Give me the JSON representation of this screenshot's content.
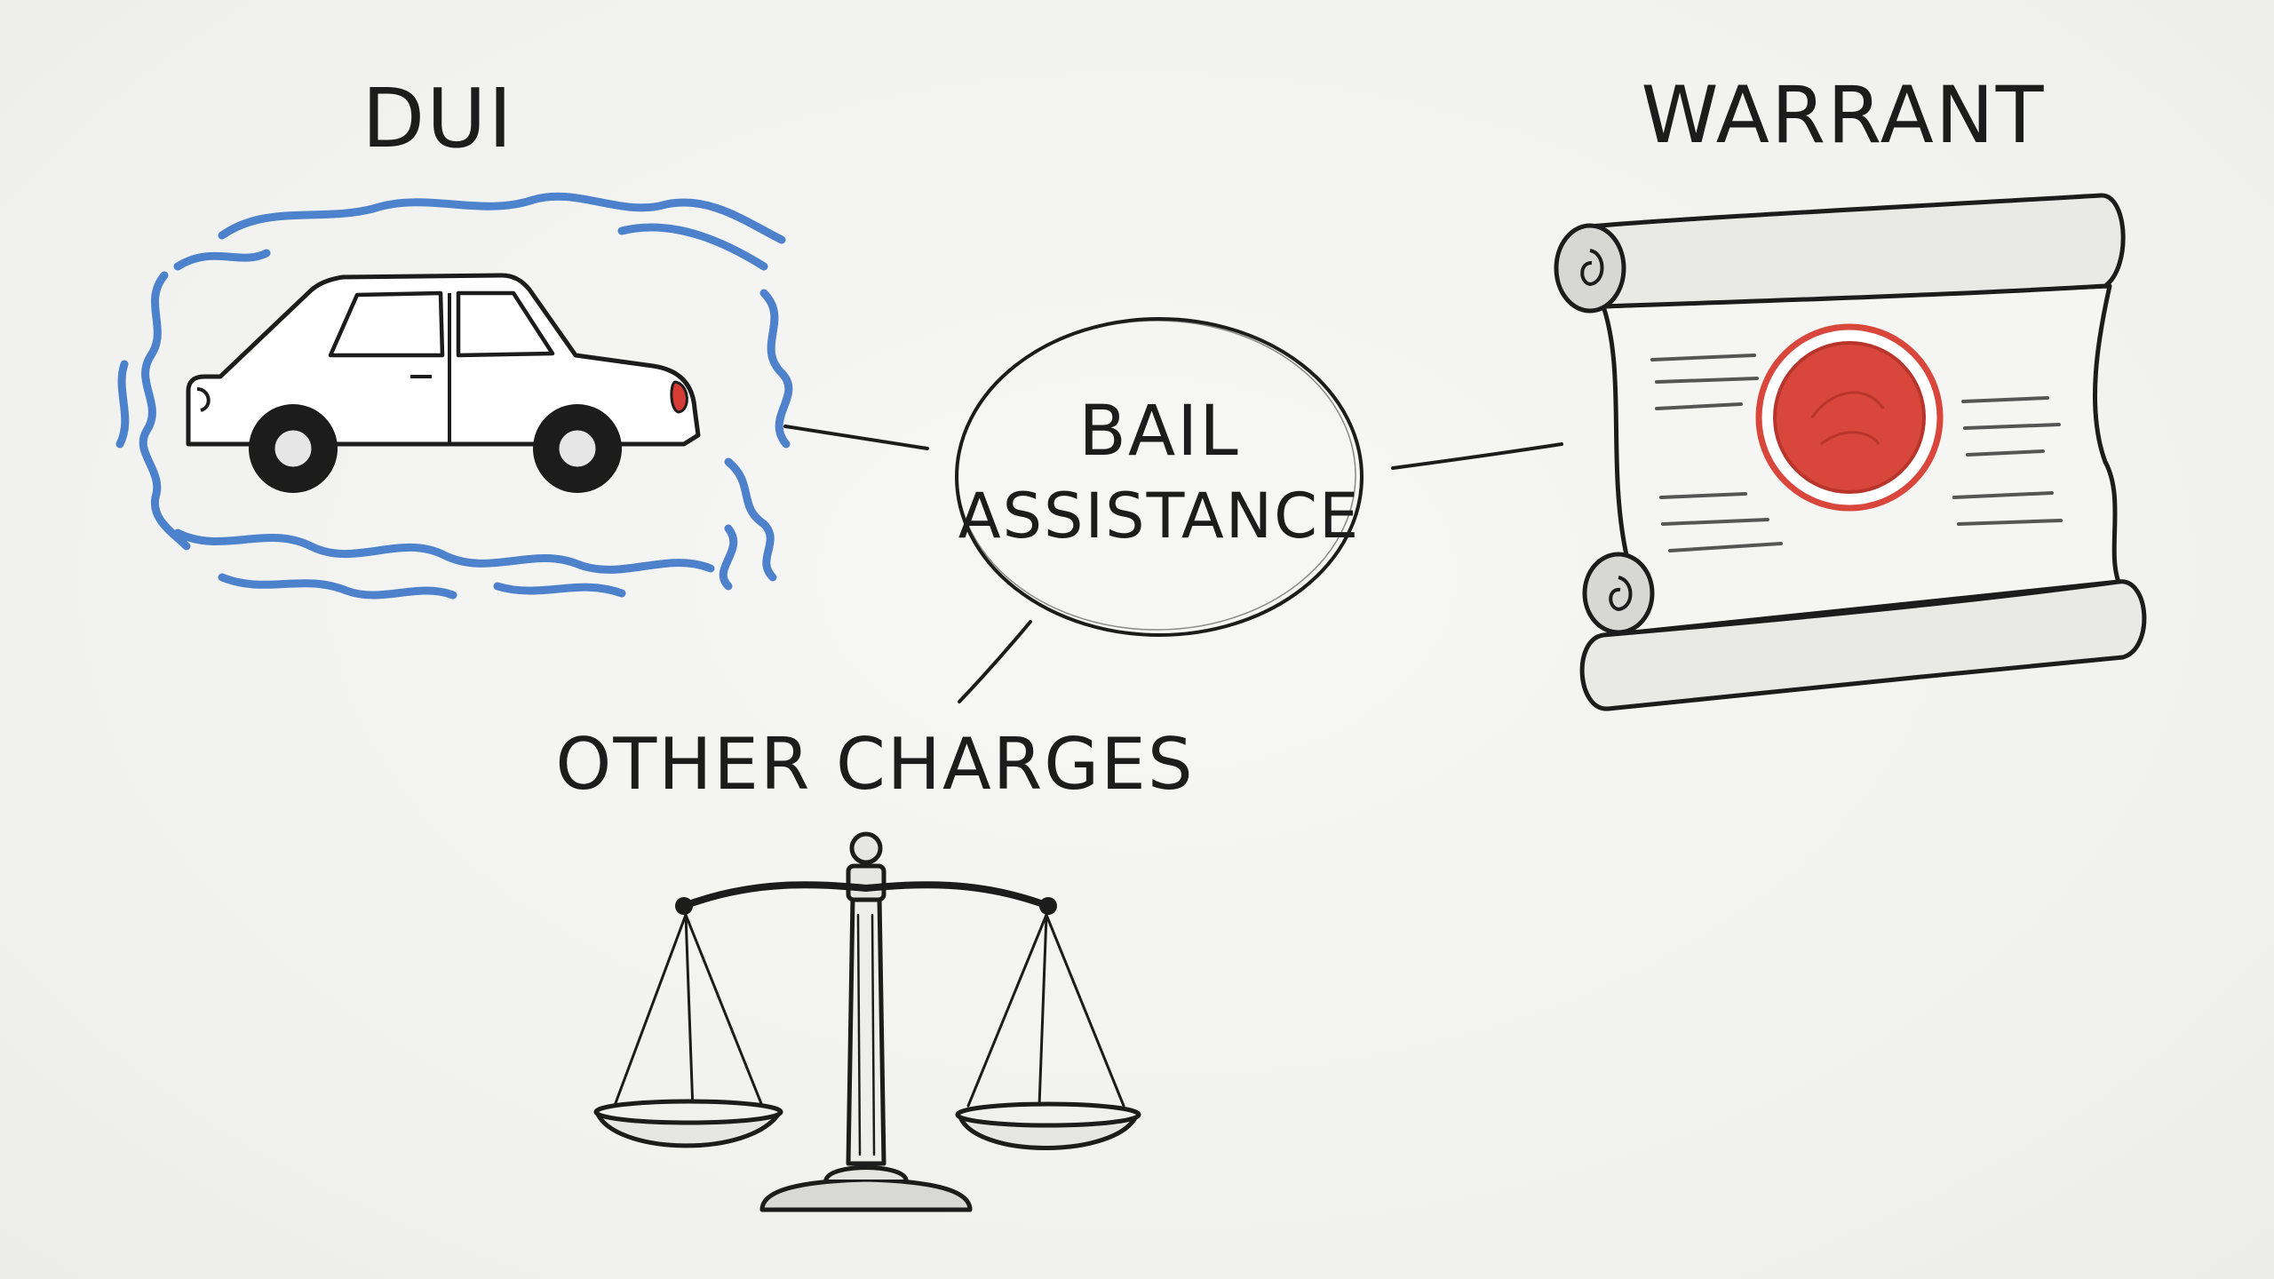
{
  "nodes": {
    "center": {
      "line1": "BAIL",
      "line2": "ASSISTANCE"
    },
    "dui": {
      "label": "DUI",
      "icon": "car-icon"
    },
    "warrant": {
      "label": "WARRANT",
      "icon": "scroll-with-seal-icon"
    },
    "other": {
      "label": "OTHER CHARGES",
      "icon": "scales-of-justice-icon"
    }
  },
  "colors": {
    "ink": "#1c1c1c",
    "wave_blue": "#3f78c9",
    "seal_red": "#d9473c",
    "tail_light": "#d63c34"
  }
}
